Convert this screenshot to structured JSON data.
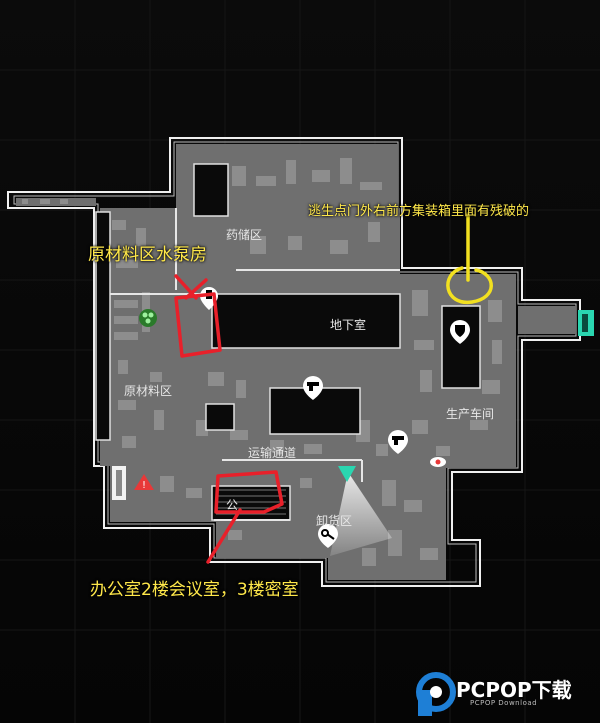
{
  "map": {
    "rooms": {
      "storage": "药储区",
      "basement": "地下室",
      "raw_area": "原材料区",
      "workshop": "生产车间",
      "corridor": "运输通道",
      "unload": "卸货区",
      "office_mark": "公"
    },
    "annotations": {
      "pump_room": "原材料区水泵房",
      "exit_note": "逃生点门外右前方集装箱里面有残破的",
      "office_note": "办公室2楼会议室，3楼密室"
    },
    "colors": {
      "annotation_text": "#ffe84a",
      "highlight_red": "#e8202a",
      "highlight_yellow": "#f2e020",
      "floor": "#7a7a7a",
      "wall": "#f0f0f0",
      "exit_marker": "#2ad6b0",
      "hazard_red": "#e83838"
    },
    "icons": [
      "hand-icon",
      "gun-icon",
      "key-icon",
      "hazard-icon",
      "exit-door-icon",
      "biohazard-icon",
      "shield-icon",
      "eye-icon"
    ]
  },
  "watermark": {
    "brand": "PCPOP下载",
    "sub": "PCPOP Download"
  }
}
